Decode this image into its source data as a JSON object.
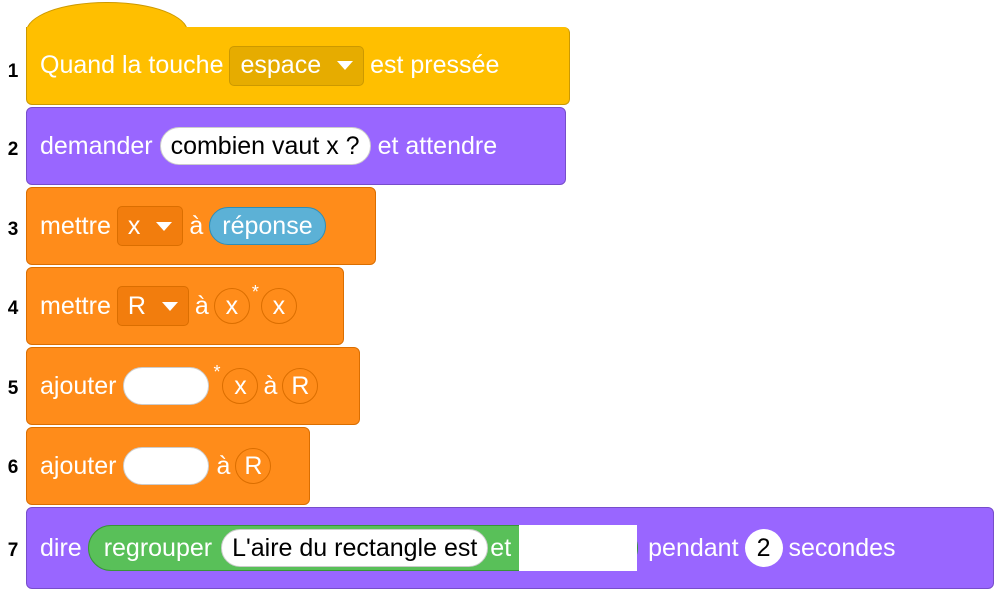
{
  "line_numbers": [
    "1",
    "2",
    "3",
    "4",
    "5",
    "6",
    "7"
  ],
  "block1": {
    "prefix": "Quand la touche",
    "key": "espace",
    "suffix": "est pressée"
  },
  "block2": {
    "prefix": "demander",
    "question": "combien vaut x ?",
    "suffix": "et attendre"
  },
  "block3": {
    "prefix": "mettre",
    "variable": "x",
    "a": "à",
    "value": "réponse"
  },
  "block4": {
    "prefix": "mettre",
    "variable": "R",
    "a": "à",
    "op1": "x",
    "op": "*",
    "op2": "x"
  },
  "block5": {
    "prefix": "ajouter",
    "op": "*",
    "op2": "x",
    "a": "à",
    "target": "R"
  },
  "block6": {
    "prefix": "ajouter",
    "a": "à",
    "target": "R"
  },
  "block7": {
    "prefix": "dire",
    "join": "regrouper",
    "text": "L'aire du rectangle est",
    "et": "et",
    "pendant": "pendant",
    "seconds": "2",
    "secondes": "secondes"
  },
  "colors": {
    "events": "#ffbf00",
    "sensing": "#9966ff",
    "variables": "#ff8c1a",
    "operators": "#59c059",
    "looks": "#9966ff"
  }
}
